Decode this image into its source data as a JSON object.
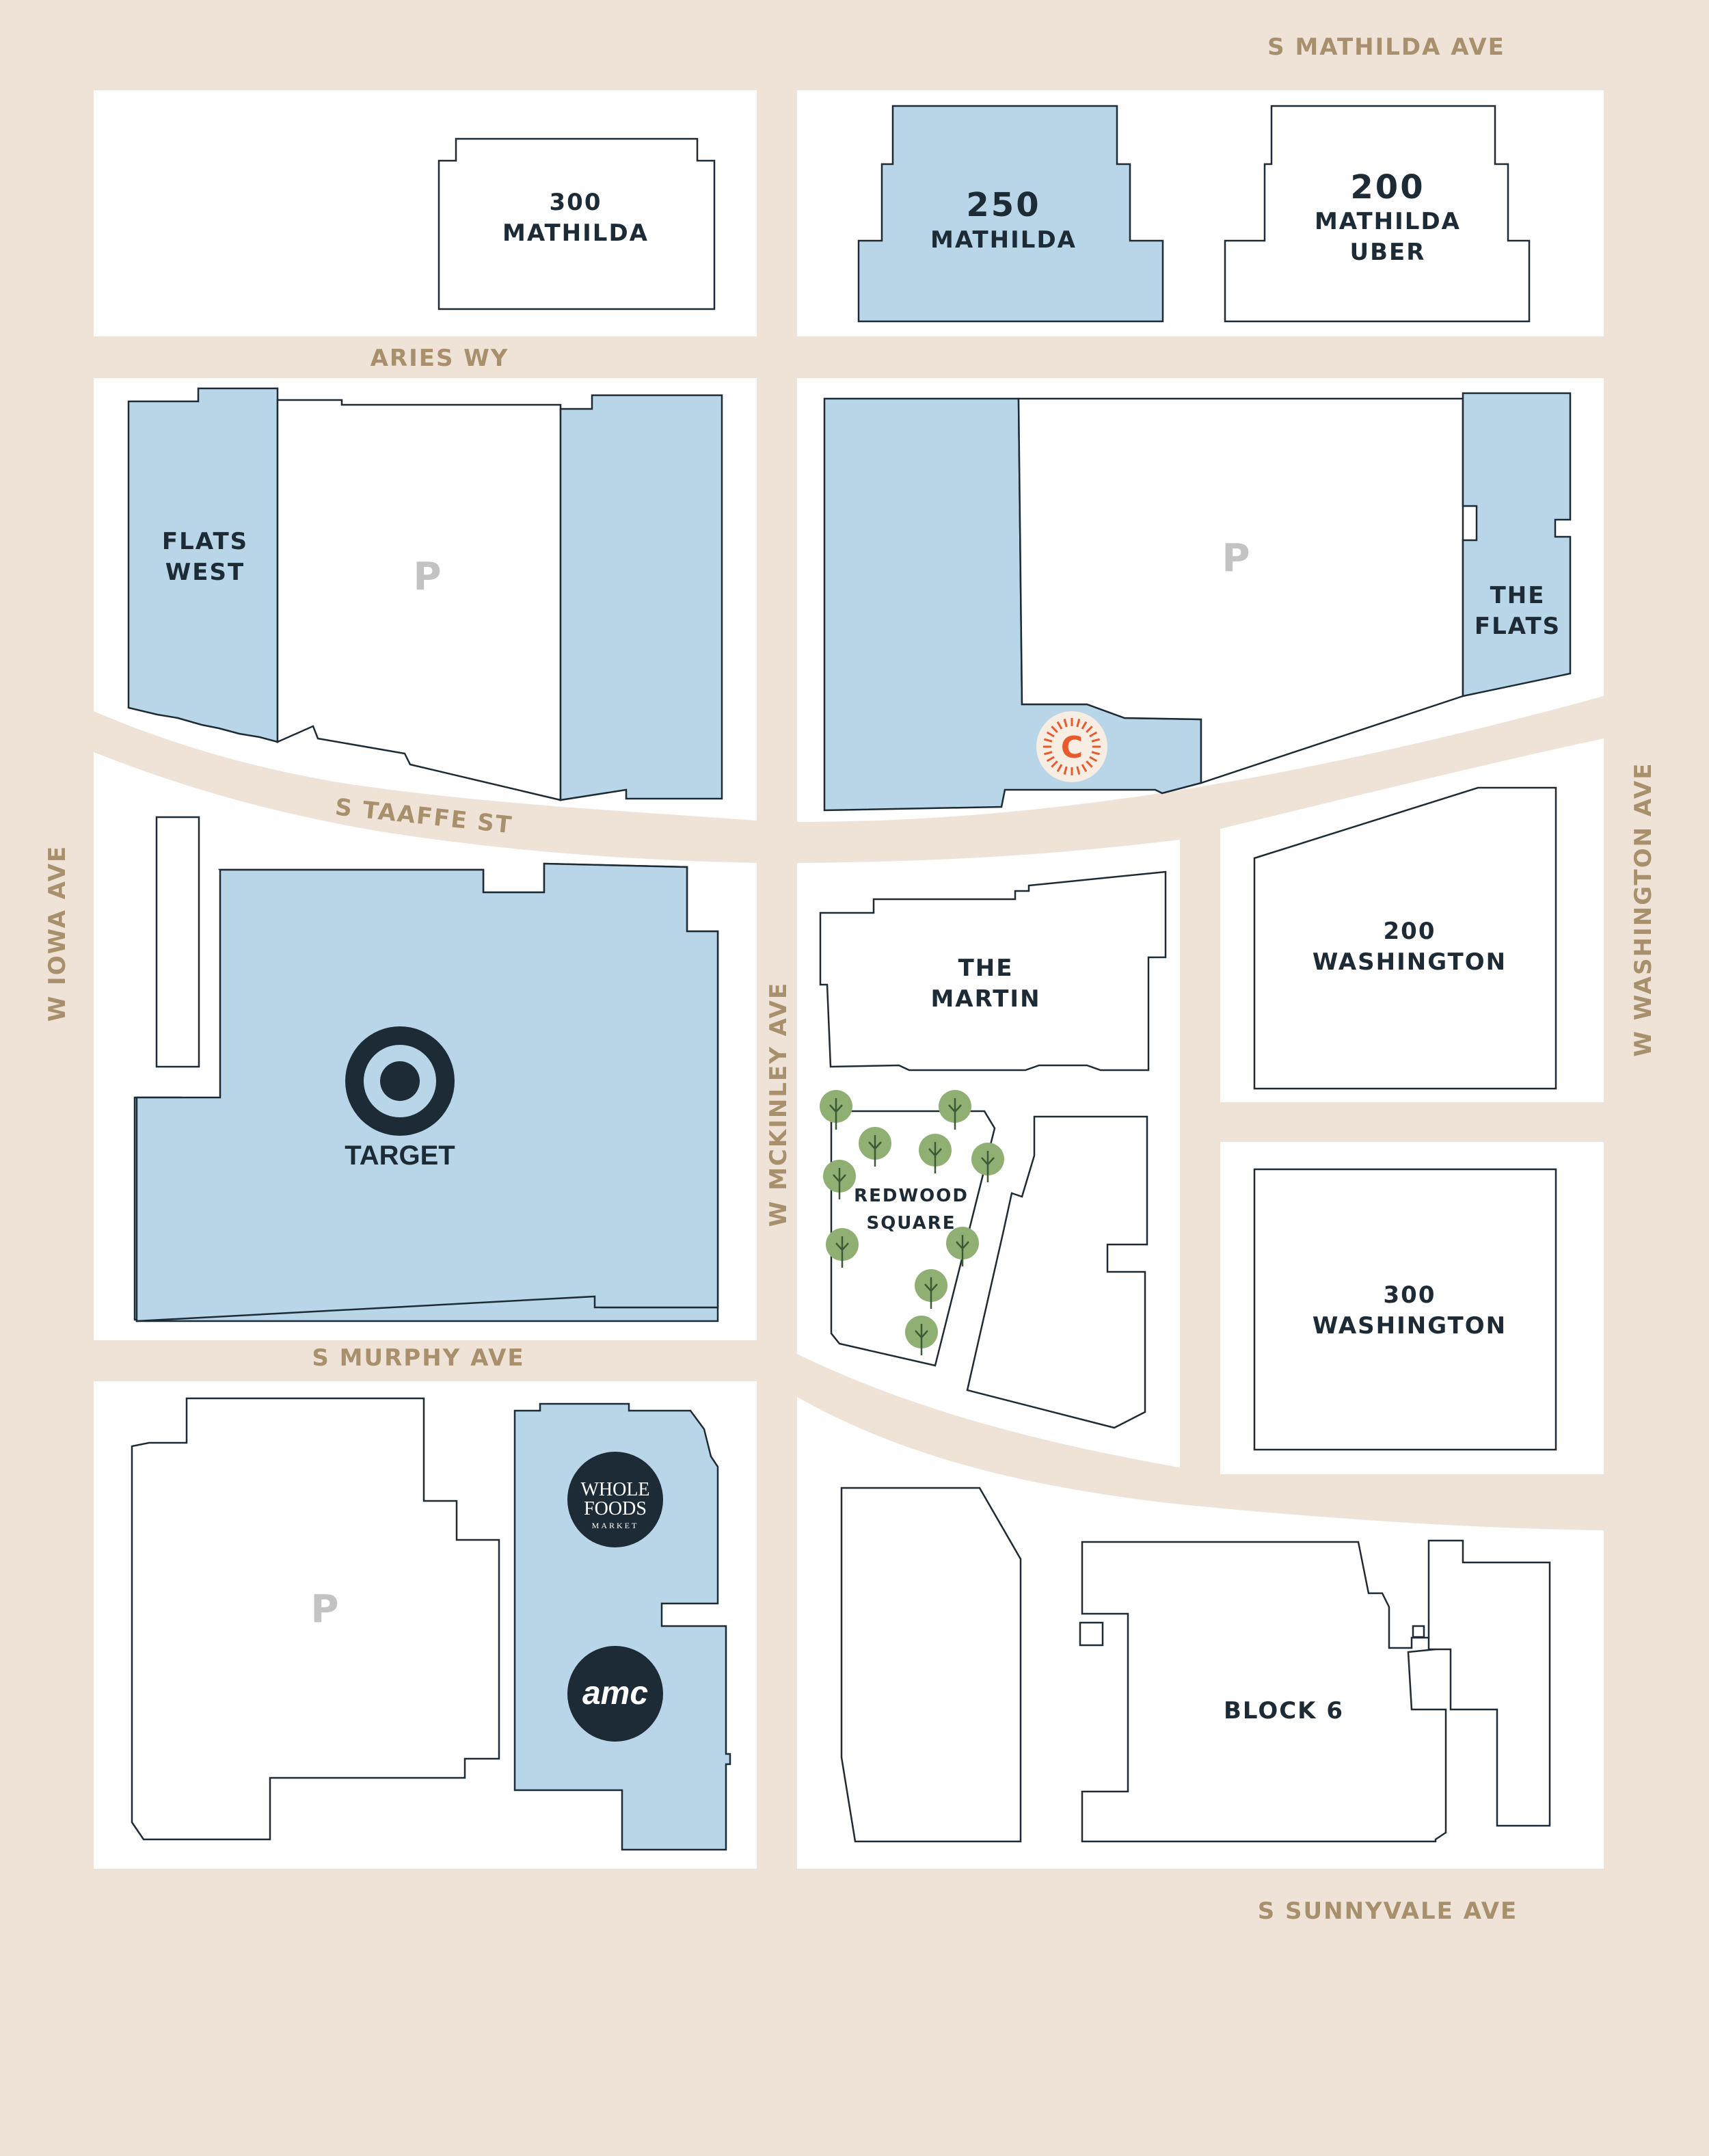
{
  "streets": {
    "s_mathilda": "S MATHILDA AVE",
    "aries": "ARIES WY",
    "s_taaffe": "S TAAFFE ST",
    "w_iowa": "W IOWA AVE",
    "w_washington": "W WASHINGTON AVE",
    "w_mckinley": "W MCKINLEY AVE",
    "s_murphy": "S MURPHY AVE",
    "s_sunnyvale": "S SUNNYVALE AVE"
  },
  "buildings": {
    "b300_mathilda": {
      "line1": "300",
      "line2": "MATHILDA"
    },
    "b250_mathilda": {
      "line1": "250",
      "line2": "MATHILDA"
    },
    "b200_mathilda": {
      "line1": "200",
      "line2": "MATHILDA",
      "line3": "UBER"
    },
    "flats_west": {
      "line1": "FLATS",
      "line2": "WEST"
    },
    "the_flats": {
      "line1": "THE",
      "line2": "FLATS"
    },
    "the_martin": {
      "line1": "THE",
      "line2": "MARTIN"
    },
    "b200_washington": {
      "line1": "200",
      "line2": "WASHINGTON"
    },
    "b300_washington": {
      "line1": "300",
      "line2": "WASHINGTON"
    },
    "redwood_square": {
      "line1": "REDWOOD",
      "line2": "SQUARE"
    },
    "block6": {
      "label": "BLOCK 6"
    }
  },
  "parking_label": "P",
  "logos": {
    "target": "TARGET",
    "whole_foods": {
      "line1": "WHOLE",
      "line2": "FOODS",
      "line3": "MARKET"
    },
    "amc": "amc",
    "marker": "C"
  },
  "colors": {
    "background": "#efe3d8",
    "building_blue": "#b8d6e8",
    "outline": "#1d2b36",
    "street_label": "#a8906d",
    "tree": "#8fb072",
    "marker_orange": "#e85a2c"
  }
}
